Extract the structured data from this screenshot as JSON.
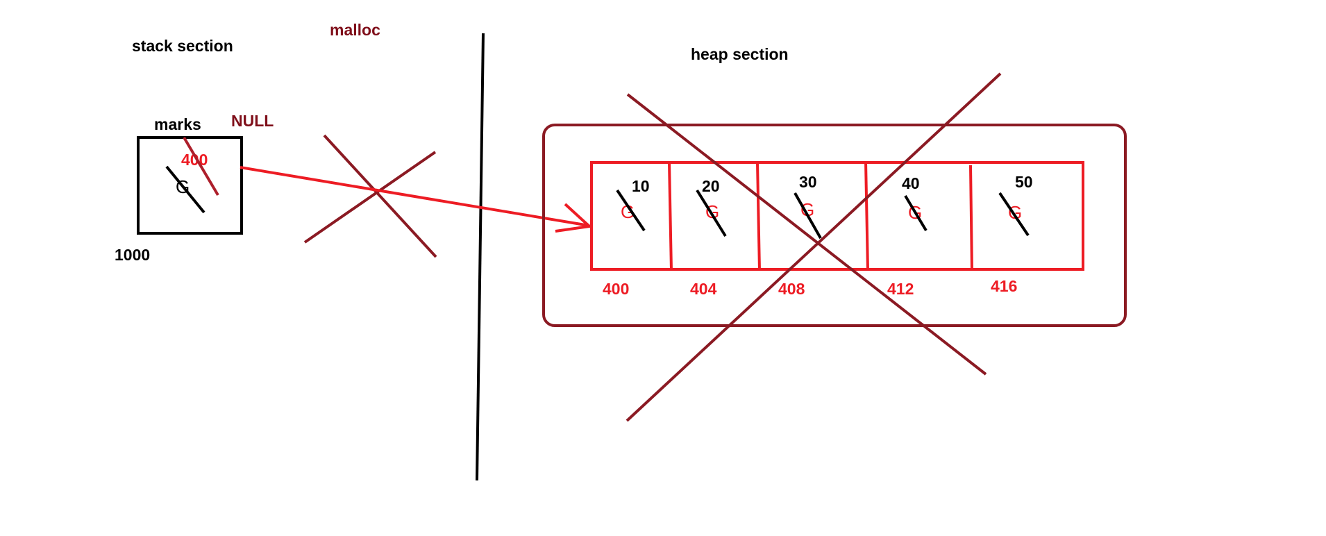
{
  "labels": {
    "stack_section": "stack section",
    "heap_section": "heap section",
    "malloc": "malloc",
    "marks": "marks",
    "null": "NULL",
    "pointer_value": "400",
    "pointer_garbage": "G",
    "stack_address": "1000"
  },
  "heap_cells": [
    {
      "value": "10",
      "garbage": "G",
      "address": "400"
    },
    {
      "value": "20",
      "garbage": "G",
      "address": "404"
    },
    {
      "value": "30",
      "garbage": "G",
      "address": "408"
    },
    {
      "value": "40",
      "garbage": "G",
      "address": "412"
    },
    {
      "value": "50",
      "garbage": "G",
      "address": "416"
    }
  ],
  "colors": {
    "black": "#000000",
    "dark_red": "#7f0f1a",
    "red": "#ed1c24"
  }
}
